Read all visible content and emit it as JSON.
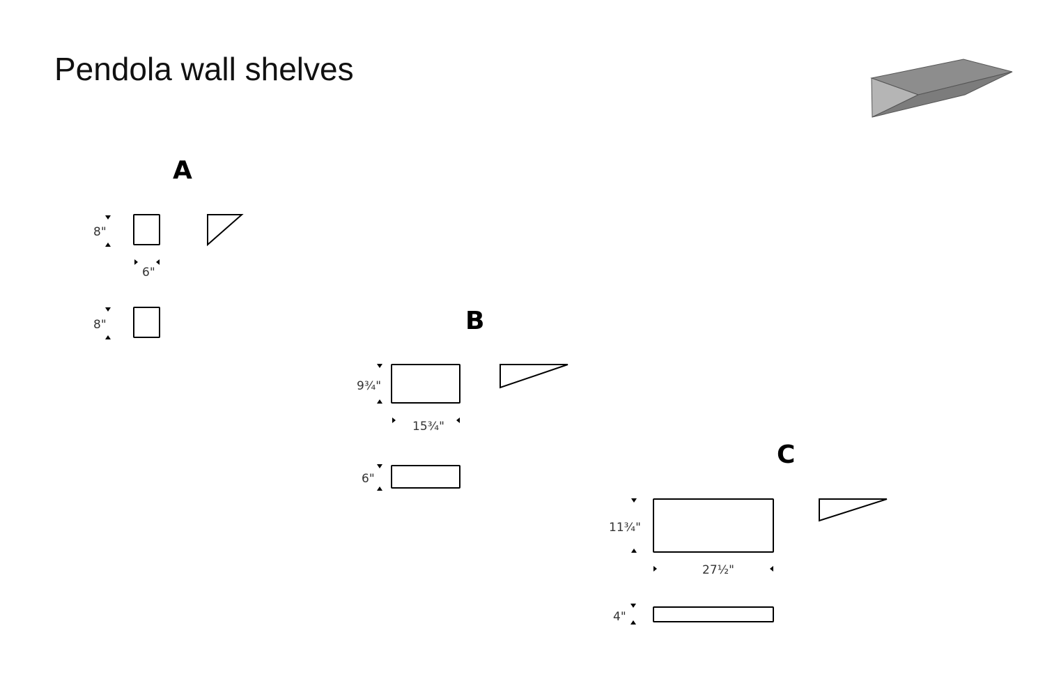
{
  "title": "Pendola wall shelves",
  "shelves": [
    {
      "label": "A",
      "height": "8\"",
      "width": "6\"",
      "depth": "8\""
    },
    {
      "label": "B",
      "height": "9¾\"",
      "width": "15¾\"",
      "depth": "6\""
    },
    {
      "label": "C",
      "height": "11¾\"",
      "width": "27½\"",
      "depth": "4\""
    }
  ],
  "colors": {
    "shelf_render": "#8a8a8a",
    "line": "#000000"
  }
}
